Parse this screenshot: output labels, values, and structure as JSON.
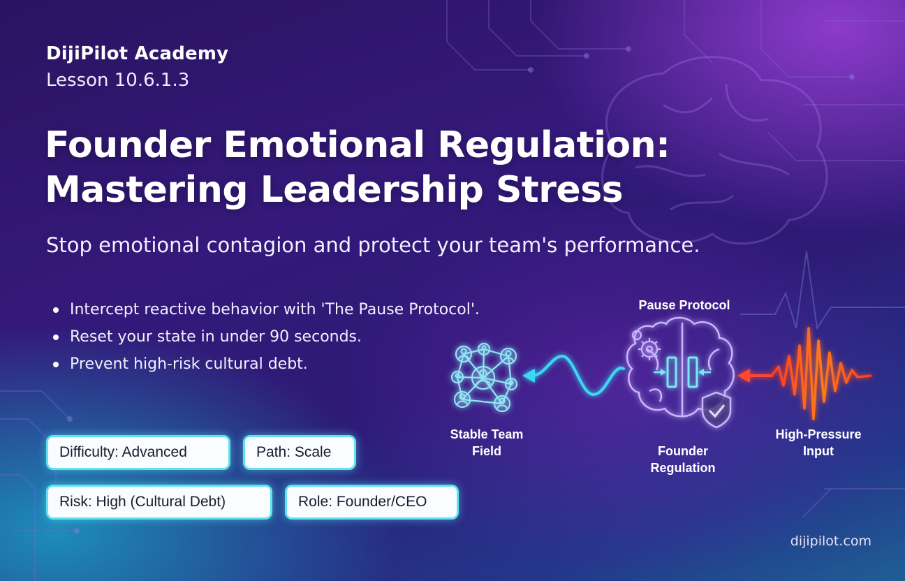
{
  "header": {
    "brand": "DijiPilot Academy",
    "lesson": "Lesson 10.6.1.3"
  },
  "title": {
    "line1": "Founder Emotional Regulation:",
    "line2": "Mastering Leadership Stress"
  },
  "subtitle": "Stop emotional contagion and protect your team's performance.",
  "bullets": [
    "Intercept reactive behavior with 'The Pause Protocol'.",
    "Reset your state in under 90 seconds.",
    "Prevent high-risk cultural debt."
  ],
  "tags": [
    "Difficulty: Advanced",
    "Path: Scale",
    "Risk: High (Cultural Debt)",
    "Role: Founder/CEO"
  ],
  "diagram": {
    "top_label": "Pause Protocol",
    "left_label_line1": "Stable Team",
    "left_label_line2": "Field",
    "center_label_line1": "Founder",
    "center_label_line2": "Regulation",
    "right_label_line1": "High-Pressure",
    "right_label_line2": "Input",
    "icons": [
      "team-network-icon",
      "brain-regulation-icon",
      "shield-check-icon",
      "gears-icon"
    ],
    "colors": {
      "calm_wave": "#3ad8f2",
      "stress_wave": "#ff5a2a",
      "brain": "#c9b6ff"
    }
  },
  "footer": {
    "domain": "dijipilot.com"
  },
  "colors": {
    "tag_border": "#5ee3ee",
    "tag_background": "#f9fdff"
  }
}
